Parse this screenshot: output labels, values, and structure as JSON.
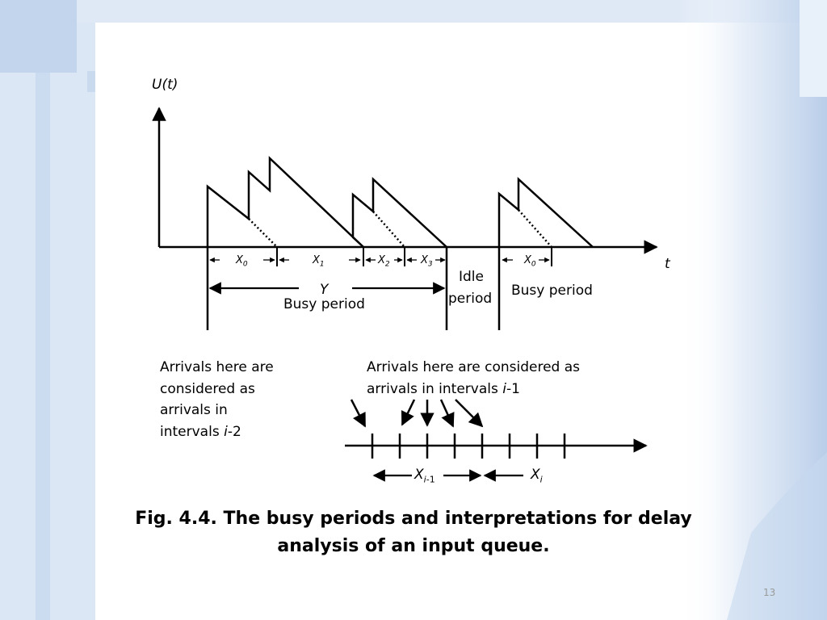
{
  "diagram": {
    "y_axis_label": "U(t)",
    "x_axis_label": "t",
    "intervals": [
      {
        "base": "X",
        "sub": "0"
      },
      {
        "base": "X",
        "sub": "1"
      },
      {
        "base": "X",
        "sub": "2"
      },
      {
        "base": "X",
        "sub": "3"
      },
      {
        "base": "X",
        "sub": "0"
      }
    ],
    "busy_label": "Y",
    "busy_period_1": "Busy period",
    "idle_period_line1": "Idle",
    "idle_period_line2": "period",
    "busy_period_2": "Busy period"
  },
  "notes": {
    "left_line1": "Arrivals here are",
    "left_line2": "considered as",
    "left_line3": "arrivals in",
    "left_line4_pre": "intervals ",
    "left_line4_italic": "i",
    "left_line4_post": "-2",
    "right_line1": "Arrivals here are considered as",
    "right_line2_pre": "arrivals in intervals ",
    "right_line2_italic": "i",
    "right_line2_post": "-1"
  },
  "timeline": {
    "prev_base": "X",
    "prev_sub_italic": "i",
    "prev_sub_post": "-1",
    "cur_base": "X",
    "cur_sub_italic": "i"
  },
  "caption": {
    "line1": "Fig. 4.4. The busy periods and interpretations for delay",
    "line2": "analysis of an input queue."
  },
  "page_number": "13",
  "colors": {
    "background_light": "#dde8f6",
    "background_mid": "#c6d7ee",
    "line": "#000000"
  }
}
